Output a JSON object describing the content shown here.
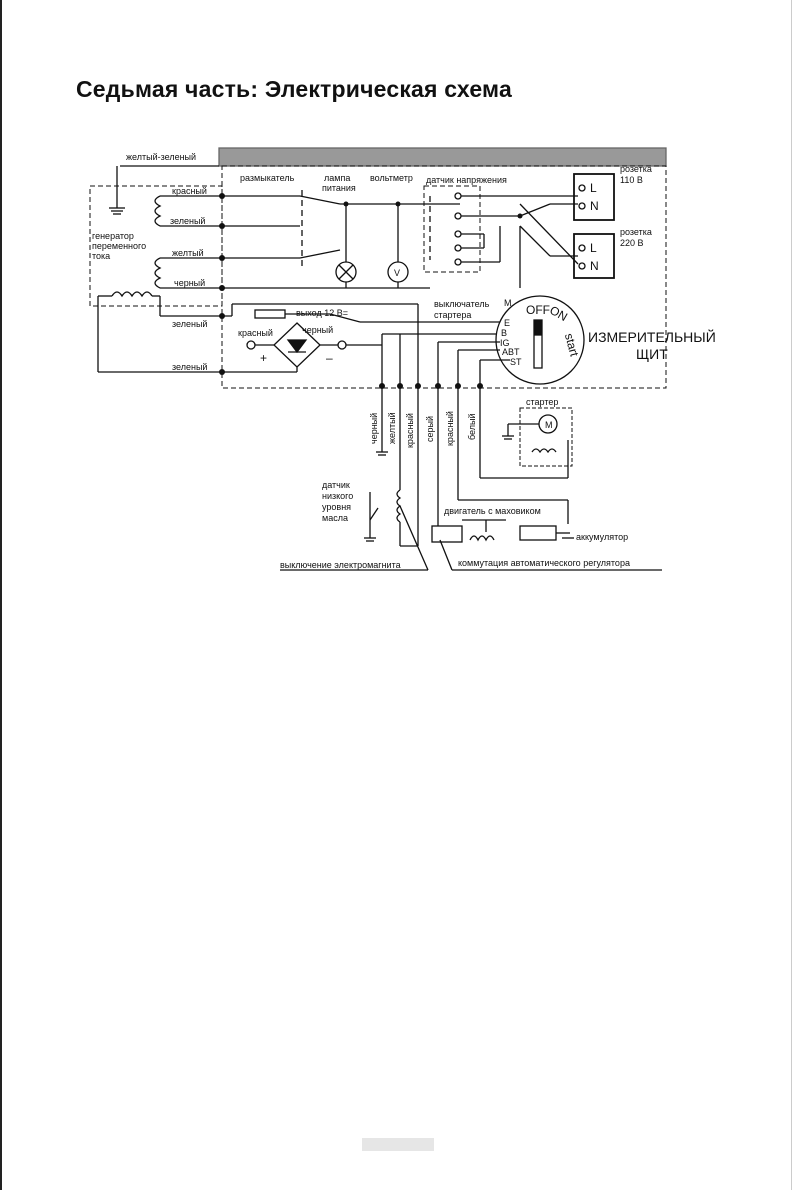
{
  "page": {
    "title": "Седьмая часть: Электрическая схема"
  },
  "diagram": {
    "labels": {
      "yellow_green": "желтый-зеленый",
      "red_1": "красный",
      "green_1": "зеленый",
      "generator_l1": "генератор",
      "generator_l2": "переменного",
      "generator_l3": "тока",
      "yellow_1": "желтый",
      "black_1": "черный",
      "green_2": "зеленый",
      "green_3": "зеленый",
      "breaker": "размыкатель",
      "lamp_l1": "лампа",
      "lamp_l2": "питания",
      "voltmeter": "вольтметр",
      "voltage_sensor": "датчик напряжения",
      "outlet110_l1": "розетка",
      "outlet110_l2": "110 В",
      "outlet220_l1": "розетка",
      "outlet220_l2": "220 В",
      "output12": "выход 12 В=",
      "red_2": "красный",
      "black_2": "черный",
      "plus": "+",
      "minus": "–",
      "starter_switch_l1": "выключатель",
      "starter_switch_l2": "стартера",
      "sw_off": "OFF",
      "sw_on": "ON",
      "sw_start": "start",
      "sw_m": "M",
      "term_e": "E",
      "term_b": "B",
      "term_ig": "IG",
      "term_abt": "ABT",
      "term_st": "ST",
      "panel_l1": "ИЗМЕРИТЕЛЬНЫЙ",
      "panel_l2": "ЩИТ",
      "v_black": "черный",
      "v_yellow": "желтый",
      "v_red": "красный",
      "v_gray": "серый",
      "v_red2": "красный",
      "v_white": "белый",
      "starter": "стартер",
      "motor_m": "M",
      "oil_l1": "датчик",
      "oil_l2": "низкого",
      "oil_l3": "уровня",
      "oil_l4": "масла",
      "engine": "двигатель с маховиком",
      "battery": "аккумулятор",
      "solenoid_off": "выключение электромагнита",
      "avr_switch": "коммутация автоматического регулятора",
      "L1": "L",
      "N1": "N",
      "L2": "L",
      "N2": "N",
      "V": "V"
    }
  }
}
